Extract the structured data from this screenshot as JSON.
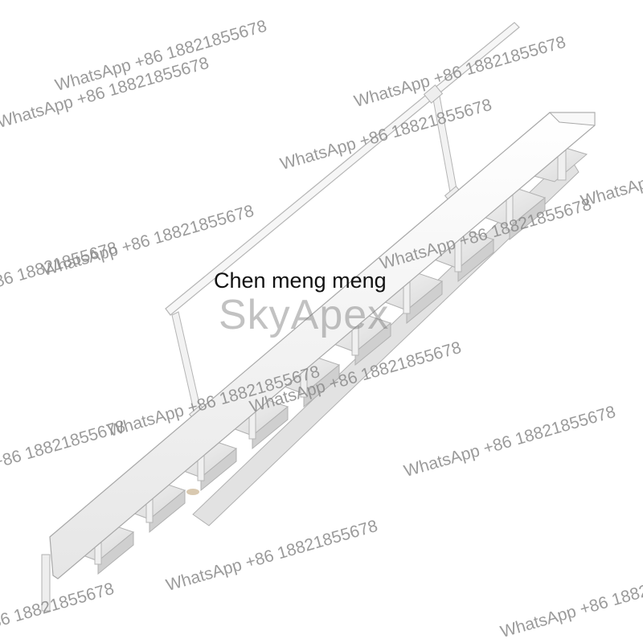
{
  "image": {
    "subject": "stair-illustration",
    "caption": "Chen meng meng",
    "brand": "SkyApex"
  },
  "watermarks": [
    "WhatsApp +86 18821855678",
    "WhatsApp +86 18821855678",
    "WhatsApp +86 18821855678",
    "WhatsApp +86 18821855678",
    "WhatsApp +86 18821855678",
    "WhatsApp +86 18821855678",
    "WhatsApp +86 18821855678",
    "WhatsApp +86 18821855678",
    "WhatsApp +86 18821855678",
    "WhatsApp +86 18821855678",
    "WhatsApp +86 18821855678",
    "WhatsApp +86 18821855678",
    "WhatsApp +86 18821855678",
    "WhatsApp +86 18821855678",
    "WhatsApp +86 18821855678"
  ],
  "colors": {
    "steel": "#f4f4f4",
    "shadow": "#c9c9c9",
    "outline": "#a8a8a8",
    "watermark": "#8a8a8a"
  }
}
